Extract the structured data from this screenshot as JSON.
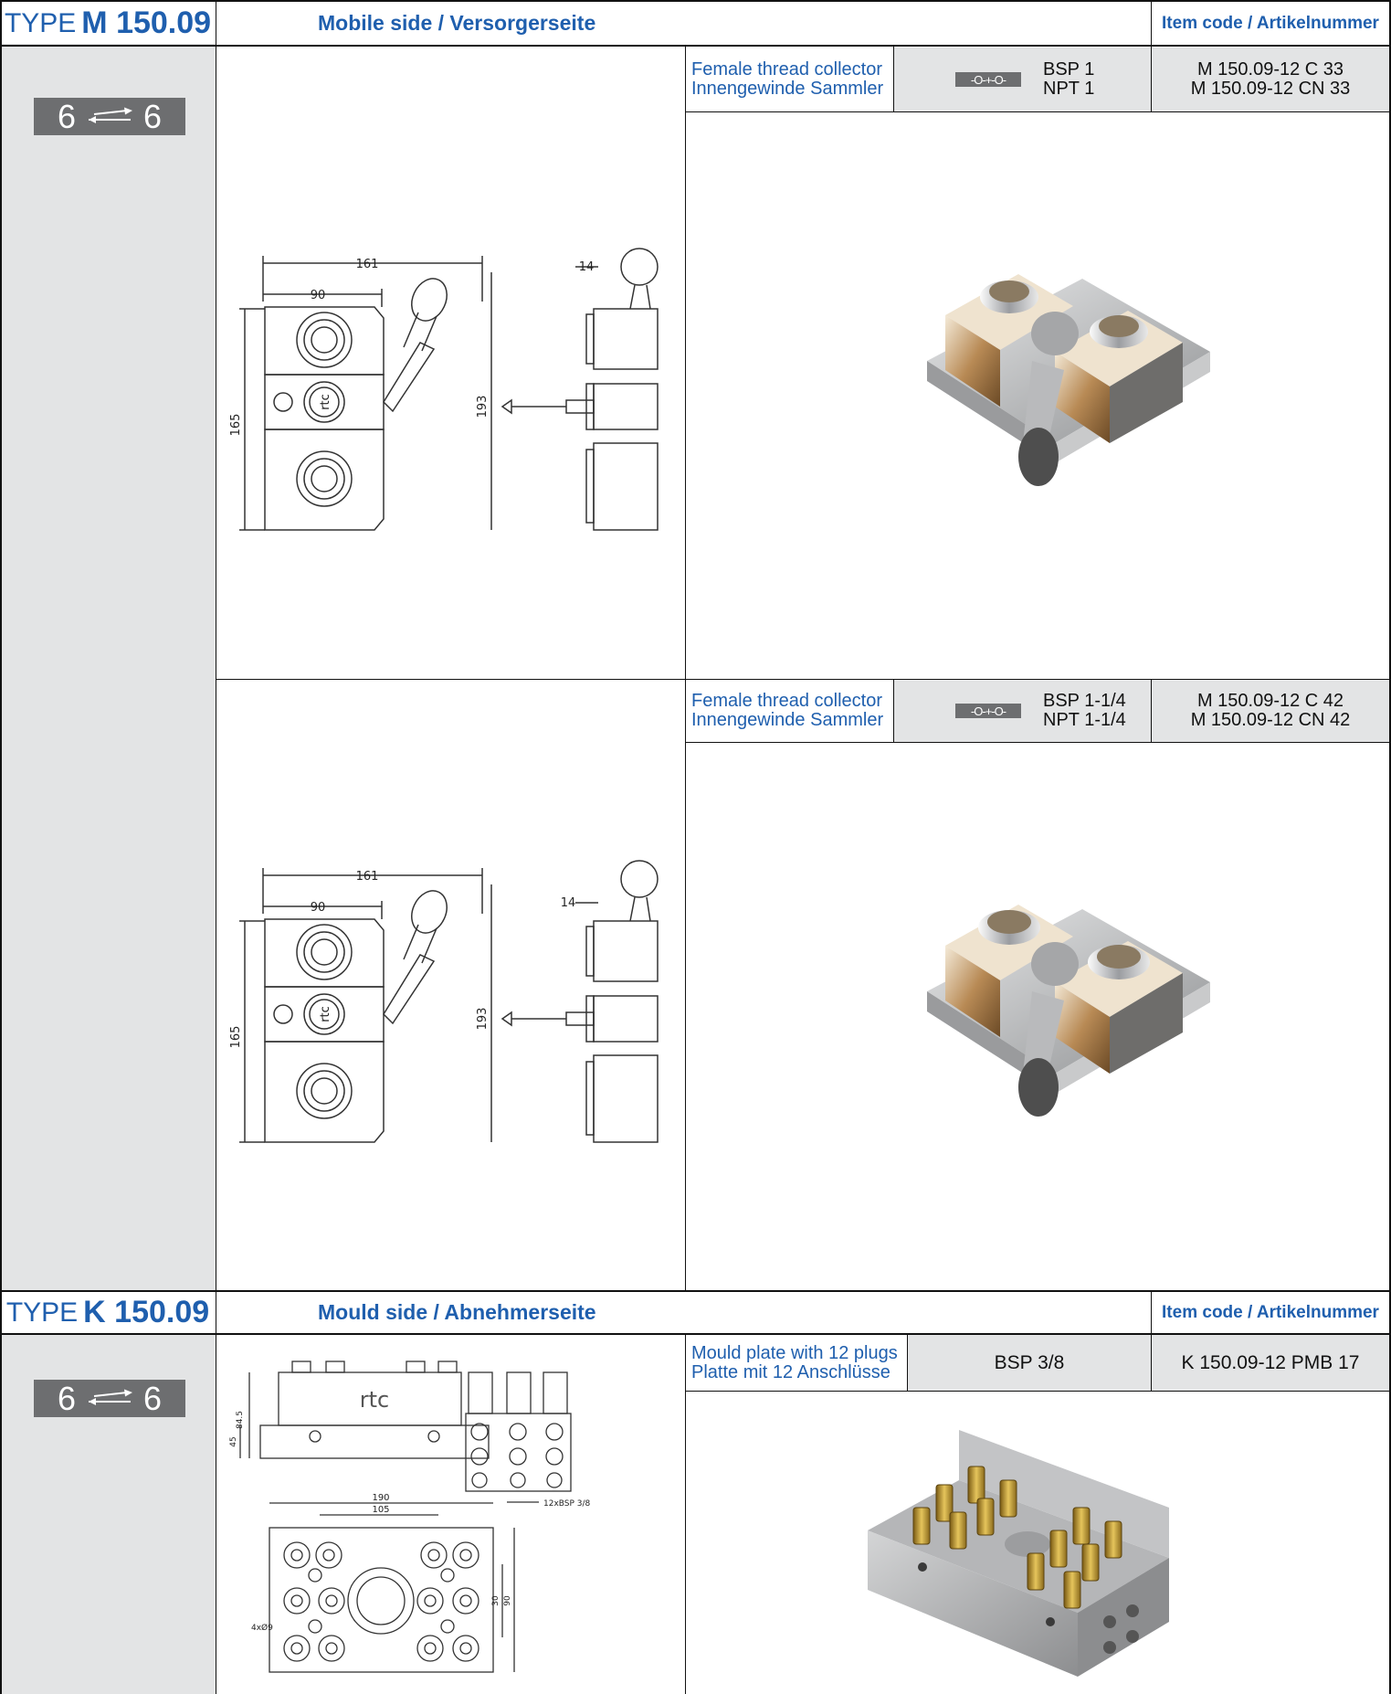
{
  "top": {
    "type_prefix": "TYPE",
    "type_number": "M 150.09",
    "section": "Mobile side / Versorgerseite",
    "item_code_header": "Item code / Artikelnummer",
    "badge_left": "6",
    "badge_right": "6"
  },
  "products_m": [
    {
      "desc_en": "Female thread collector",
      "desc_de": "Innengewinde Sammler",
      "thread_bsp": "BSP 1",
      "thread_npt": "NPT 1",
      "code_1": "M 150.09-12 C 33",
      "code_2": "M 150.09-12 CN 33"
    },
    {
      "desc_en": "Female thread collector",
      "desc_de": "Innengewinde Sammler",
      "thread_bsp": "BSP 1-1/4",
      "thread_npt": "NPT 1-1/4",
      "code_1": "M 150.09-12 C 42",
      "code_2": "M 150.09-12 CN 42"
    }
  ],
  "drawing_m": {
    "width_total": "161",
    "width_body": "90",
    "height_body": "165",
    "height_total": "193",
    "side_offset": "14",
    "logo": "rtc"
  },
  "bottom": {
    "type_prefix": "TYPE",
    "type_number": "K 150.09",
    "section": "Mould side / Abnehmerseite",
    "item_code_header": "Item code / Artikelnummer",
    "badge_left": "6",
    "badge_right": "6"
  },
  "product_k": {
    "desc_en": "Mould plate with 12 plugs",
    "desc_de": "Platte mit 12 Anschlüsse",
    "thread": "BSP 3/8",
    "code": "K 150.09-12 PMB 17"
  },
  "drawing_k": {
    "height_total": "84.5",
    "height_base": "45",
    "width_total": "190",
    "hole_spacing": "105",
    "dim_30": "30",
    "dim_90": "90",
    "holes": "4xØ9",
    "plugs": "12xBSP 3/8",
    "logo": "rtc"
  },
  "colors": {
    "accent_blue": "#1f5fae",
    "label_grey": "#e3e4e5",
    "badge_grey": "#6d6e70"
  },
  "icons": [
    "coupling-icon",
    "arrow-exchange-icon",
    "manifold-render"
  ]
}
